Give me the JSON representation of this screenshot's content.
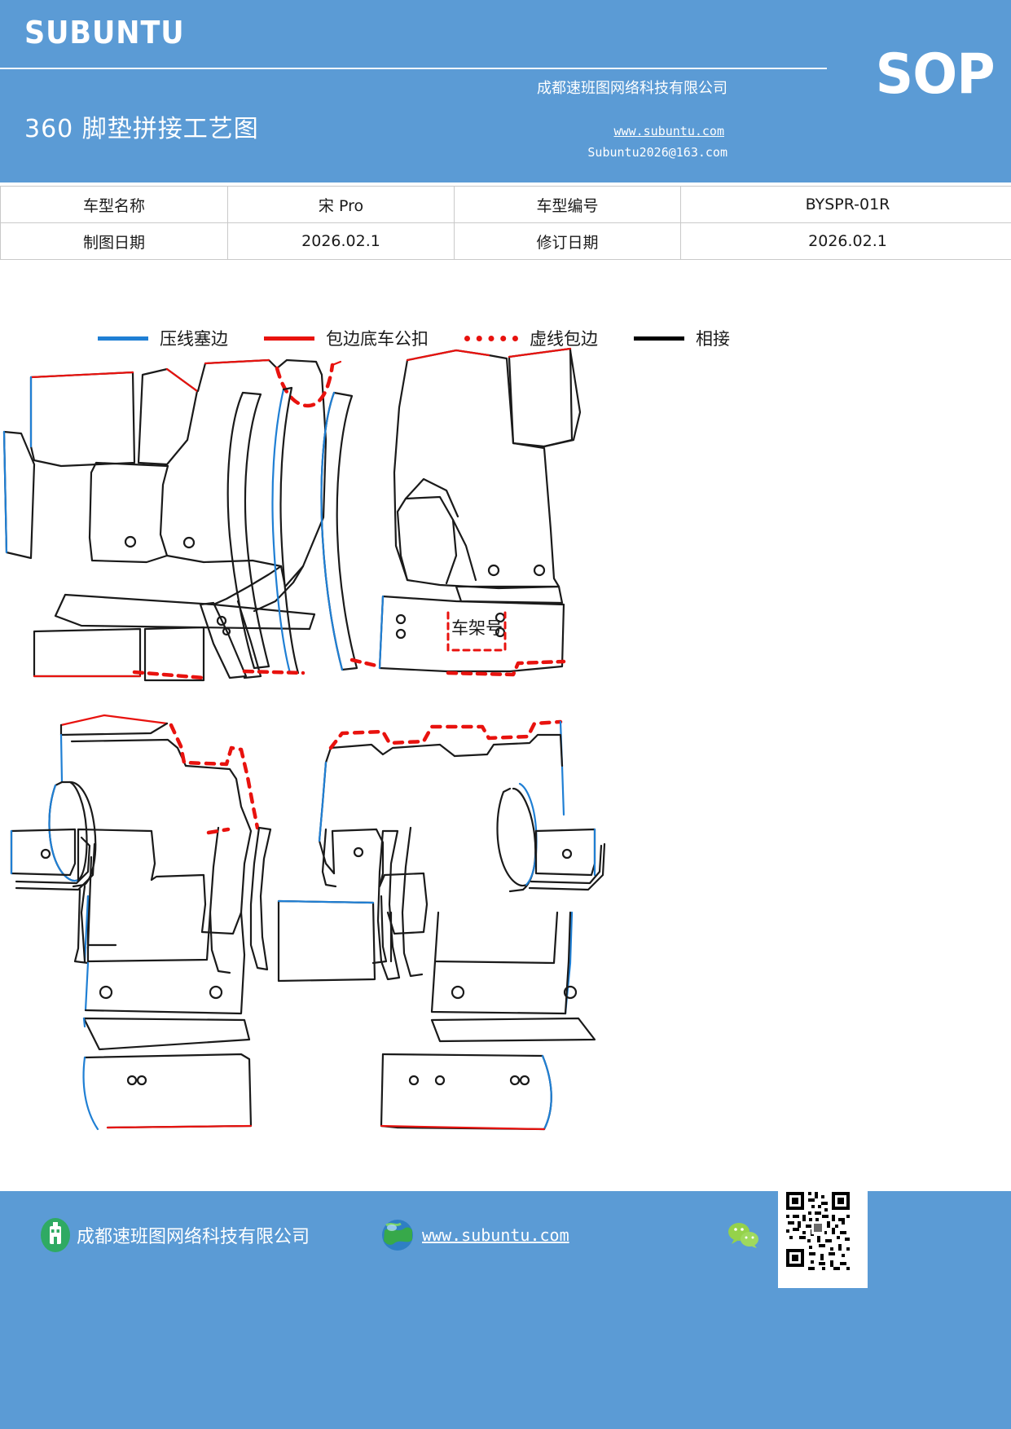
{
  "header": {
    "brand": "SUBUNTU",
    "doc_title": "360 脚垫拼接工艺图",
    "sop_badge": "SOP",
    "company": "成都速班图网络科技有限公司",
    "website": "www.subuntu.com",
    "email": "Subuntu2026@163.com",
    "bg_color": "#5B9BD5"
  },
  "info_table": {
    "rows": [
      {
        "label_1": "车型名称",
        "value_1": "宋 Pro",
        "label_2": "车型编号",
        "value_2": "BYSPR-01R"
      },
      {
        "label_1": "制图日期",
        "value_1": "2026.02.1",
        "label_2": "修订日期",
        "value_2": "2026.02.1"
      }
    ]
  },
  "legend": {
    "items": [
      {
        "label": "压线塞边",
        "color": "#1F7FD4",
        "style": "solid"
      },
      {
        "label": "包边底车公扣",
        "color": "#E8120E",
        "style": "solid"
      },
      {
        "label": "虚线包边",
        "color": "#E8120E",
        "style": "dotted"
      },
      {
        "label": "相接",
        "color": "#000000",
        "style": "solid"
      }
    ]
  },
  "drawing": {
    "vin_label": "车架号",
    "line_colors": {
      "seam": "#1F7FD4",
      "binding": "#E8120E",
      "join": "#1a1a1a"
    },
    "panels": [
      "front-left-mat",
      "front-left-side-strip",
      "front-center-tunnel",
      "front-right-mat",
      "front-right-side-strip",
      "rear-left-mat",
      "rear-center-mat",
      "rear-right-mat",
      "trunk-left-panel",
      "trunk-right-panel"
    ]
  },
  "footer": {
    "company": "成都速班图网络科技有限公司",
    "website": "www.subuntu.com",
    "company_icon": "building-icon",
    "globe_icon": "globe-icon",
    "wechat_icon": "wechat-icon",
    "qr_icon": "qr-code"
  }
}
